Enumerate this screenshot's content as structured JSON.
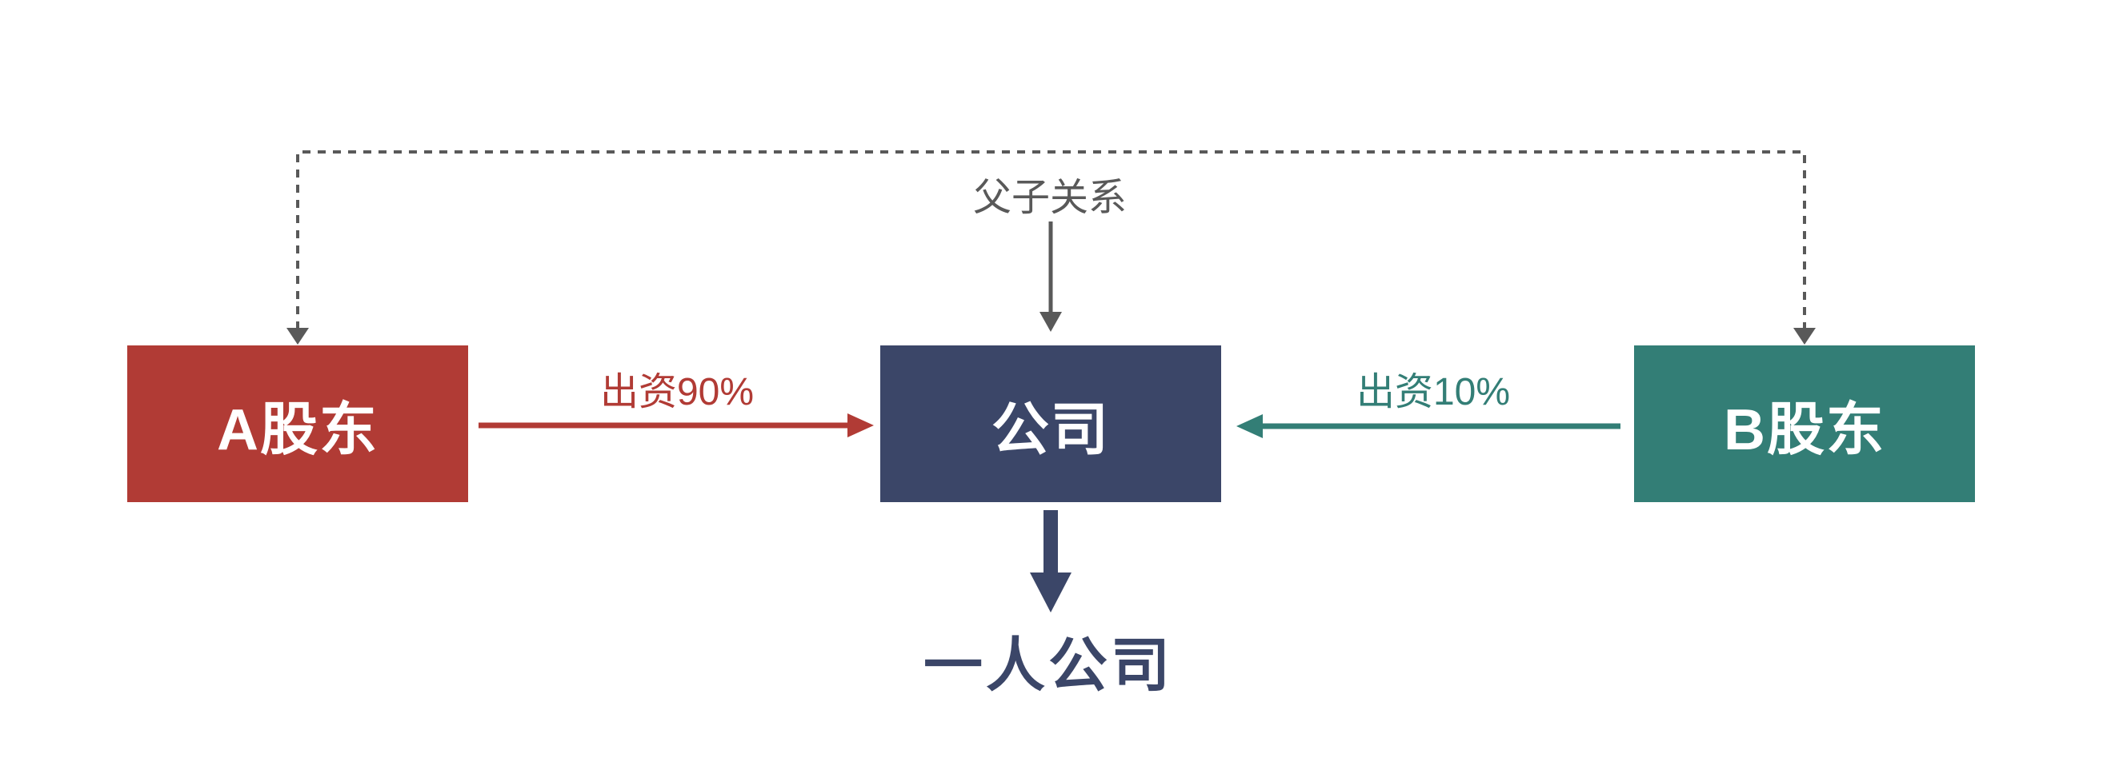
{
  "diagram": {
    "nodes": {
      "shareholder_a": {
        "label": "A股东"
      },
      "company": {
        "label": "公司"
      },
      "shareholder_b": {
        "label": "B股东"
      },
      "one_person_company": {
        "label": "一人公司"
      }
    },
    "edges": {
      "father_son": {
        "label": "父子关系"
      },
      "invest_a": {
        "label": "出资90%"
      },
      "invest_b": {
        "label": "出资10%"
      }
    },
    "colors": {
      "red": "#B13B35",
      "navy": "#3B4668",
      "teal": "#337E76",
      "gray": "#595959",
      "background": "#FFFFFF"
    }
  }
}
